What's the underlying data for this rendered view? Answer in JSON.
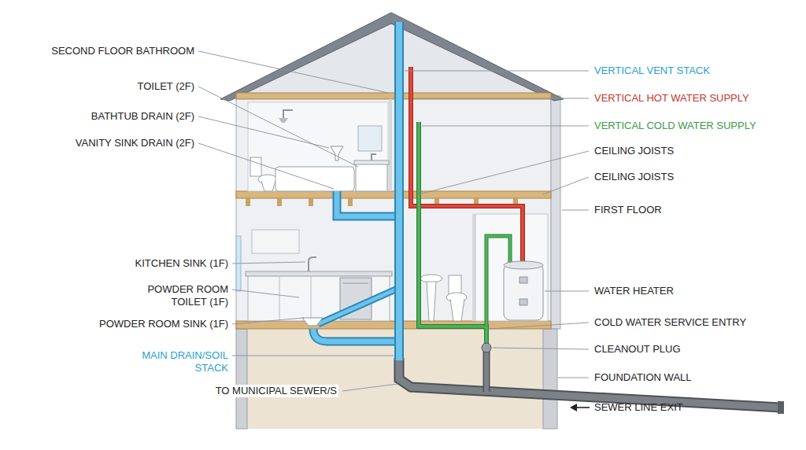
{
  "diagram": {
    "labels": [
      "SECOND FLOOR BATHROOM",
      "TOILET (2F)",
      "BATHTUB DRAIN (2F)",
      "VANITY SINK DRAIN (2F)",
      "KITCHEN SINK (1F)",
      "POWDER ROOM TOILET (1F)",
      "POWDER ROOM SINK (1F)",
      "MAIN DRAIN/SOIL STACK",
      "TO MUNICIPAL SEWER/S",
      "VERTICAL VENT STACK",
      "VERTICAL HOT WATER SUPPLY",
      "VERTICAL COLD WATER SUPPLY",
      "CEILING JOISTS",
      "CEILING JOISTS",
      "FIRST FLOOR",
      "WATER HEATER",
      "COLD WATER SERVICE ENTRY",
      "CLEANOUT PLUG",
      "FOUNDATION WALL",
      "SEWER LINE EXIT"
    ]
  }
}
